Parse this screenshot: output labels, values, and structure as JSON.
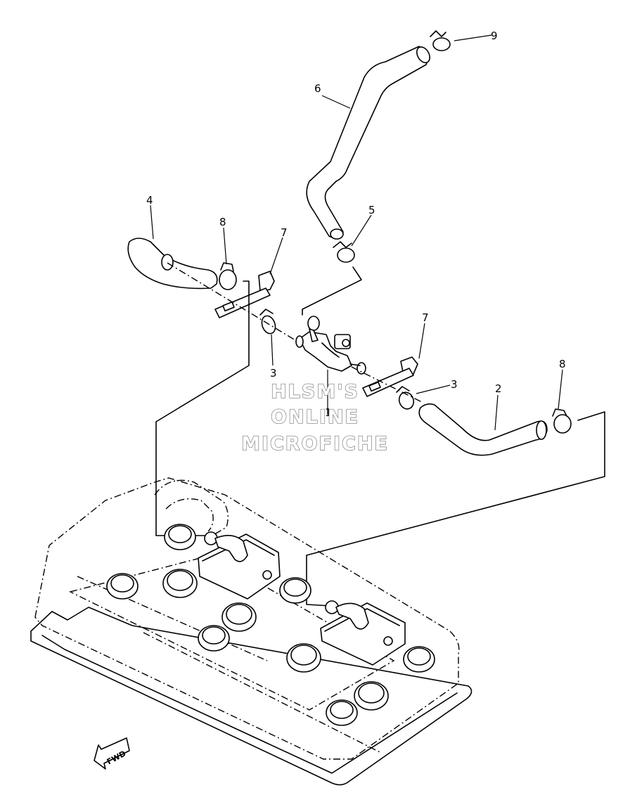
{
  "callouts": [
    {
      "id": "c2",
      "text": "2"
    },
    {
      "id": "c3a",
      "text": "3"
    },
    {
      "id": "c3b",
      "text": "3"
    },
    {
      "id": "c4",
      "text": "4"
    },
    {
      "id": "c5",
      "text": "5"
    },
    {
      "id": "c6",
      "text": "6"
    },
    {
      "id": "c7a",
      "text": "7"
    },
    {
      "id": "c7b",
      "text": "7"
    },
    {
      "id": "c8a",
      "text": "8"
    },
    {
      "id": "c8b",
      "text": "8"
    },
    {
      "id": "c9",
      "text": "9"
    },
    {
      "id": "c1",
      "text": "1"
    }
  ],
  "watermark": {
    "line1": "HLSM'S",
    "line2": "ONLINE",
    "line3": "MICROFICHE"
  },
  "fwd_label": "FWD"
}
